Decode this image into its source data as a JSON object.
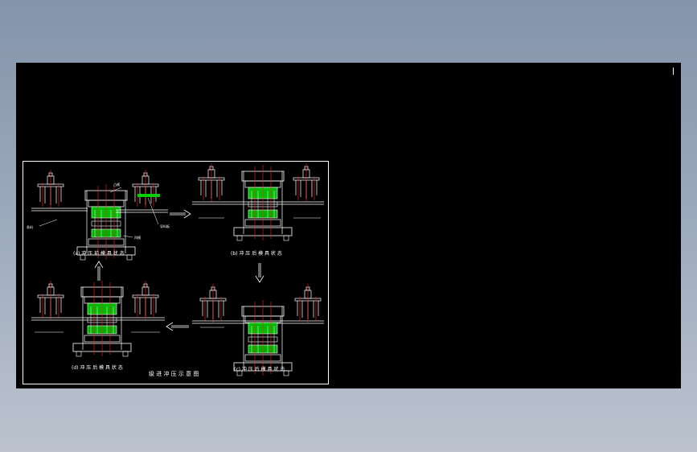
{
  "drawing": {
    "panels": [
      {
        "caption": "(a)  冲 压 前 模 具 状 态"
      },
      {
        "caption": "(b)  冲 压 后 模 具 状 态"
      },
      {
        "caption": "(c)  冲 压 后 模 具 状 态"
      },
      {
        "caption": "(d)  冲 压 后 模 具 状 态"
      }
    ],
    "title": "级 进 冲 压 示 意 图",
    "labels": {
      "strip": "条料",
      "punch": "凸模",
      "die": "凹模",
      "guide": "导料板"
    },
    "colors": {
      "line": "#ffffff",
      "center": "#ff2020",
      "part": "#00e000"
    }
  }
}
